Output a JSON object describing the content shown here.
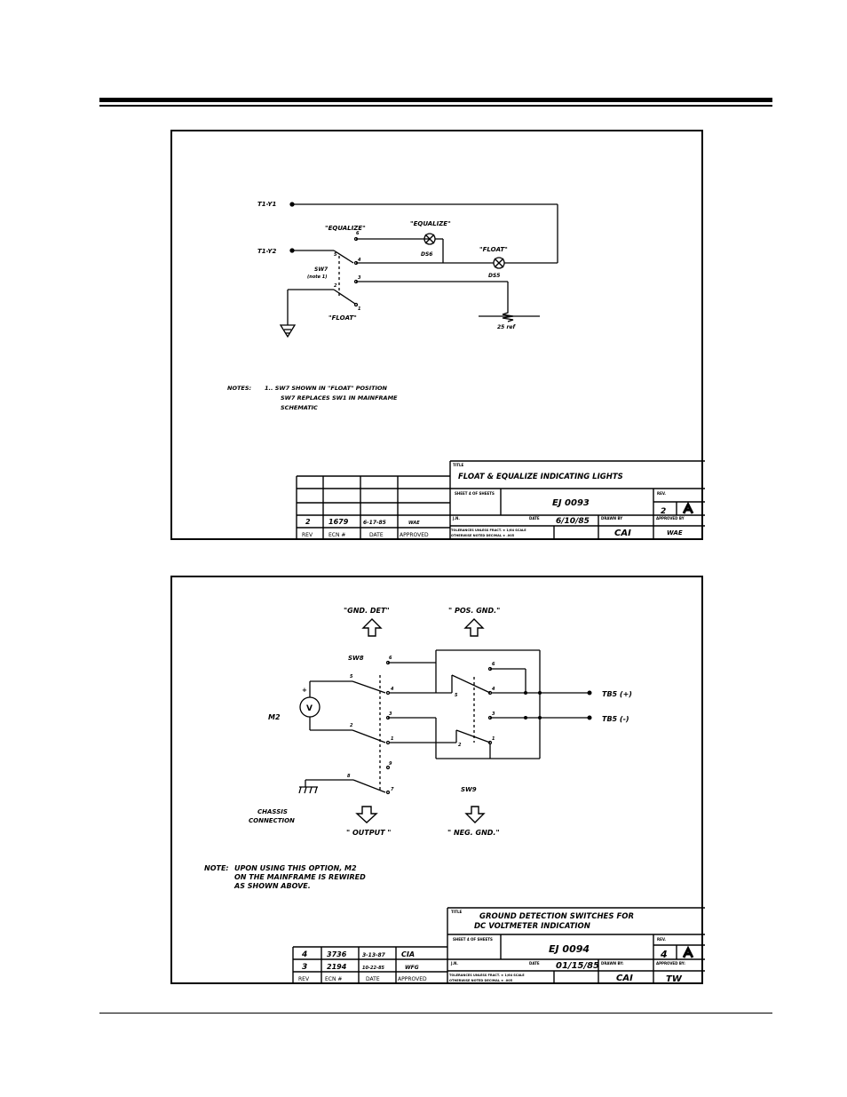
{
  "drawing1": {
    "labels": {
      "t1y1": "T1-Y1",
      "t1y2": "T1-Y2",
      "equalize_sw": "\"EQUALIZE\"",
      "equalize_lamp": "\"EQUALIZE\"",
      "float_lamp": "\"FLOAT\"",
      "ds6": "DS6",
      "ds5": "DS5",
      "sw7": "SW7",
      "sw7_note": "(note 1)",
      "float_sw": "\"FLOAT\"",
      "resistor": "25 ref",
      "pin1": "1",
      "pin2": "2",
      "pin3": "3",
      "pin4": "4",
      "pin5": "5",
      "pin6": "6"
    },
    "notes": {
      "label": "NOTES:",
      "line1": "1.. SW7 SHOWN IN \"FLOAT\" POSITION",
      "line2": "SW7 REPLACES SW1 IN MAINFRAME",
      "line3": "SCHEMATIC"
    },
    "titleblock": {
      "title_label": "TITLE",
      "title": "FLOAT & EQUALIZE INDICATING LIGHTS",
      "sheet_label": "SHEET 4 OF SHEETS",
      "drawing_no": "EJ 0093",
      "rev_label": "REV.",
      "rev": "2",
      "size": "A",
      "jn_label": "J.N.",
      "date_label": "DATE",
      "date": "6/10/85",
      "drawn_label": "DRAWN BY",
      "drawn_by": "CAI",
      "approved_label": "APPROVED BY",
      "approved_by": "WAE",
      "tolerance_text": "TOLERANCES UNLESS FRACT. ± 1/64 SCALE",
      "tolerance_text2": "OTHERWISE NOTED DECIMAL ± .005"
    },
    "revisions": [
      {
        "rev": "2",
        "ecn": "1679",
        "date": "6-17-85",
        "approved": "WAE"
      }
    ],
    "revision_headers": {
      "rev": "REV",
      "ecn": "ECN #",
      "date": "DATE",
      "approved": "APPROVED"
    }
  },
  "drawing2": {
    "labels": {
      "gnd_det": "\"GND. DET\"",
      "pos_gnd": "\" POS. GND.\"",
      "sw8": "SW8",
      "sw9": "SW9",
      "m2": "M2",
      "meter": "V",
      "plus": "+",
      "tb5_pos": "TB5 (+)",
      "tb5_neg": "TB5 (-)",
      "chassis1": "CHASSIS",
      "chassis2": "CONNECTION",
      "output": "\" OUTPUT \"",
      "neg_gnd": "\" NEG. GND.\"",
      "p1": "1",
      "p2": "2",
      "p3": "3",
      "p4": "4",
      "p5": "5",
      "p6": "6",
      "p7": "7",
      "p8": "8",
      "p9": "9"
    },
    "note": {
      "label": "NOTE:",
      "line1": "UPON USING THIS OPTION, M2",
      "line2": "ON THE MAINFRAME IS REWIRED",
      "line3": "AS SHOWN ABOVE."
    },
    "titleblock": {
      "title_label": "TITLE",
      "title1": "GROUND DETECTION SWITCHES FOR",
      "title2": "DC VOLTMETER INDICATION",
      "sheet_label": "SHEET 4 OF SHEETS",
      "drawing_no": "EJ 0094",
      "rev_label": "REV.",
      "rev": "4",
      "size": "A",
      "jn_label": "J.N.",
      "date_label": "DATE",
      "date": "01/15/85",
      "drawn_label": "DRAWN BY:",
      "drawn_by": "CAI",
      "approved_label": "APPROVED BY:",
      "approved_by": "TW",
      "tolerance_text": "TOLERANCES UNLESS FRACT. ± 1/64 SCALE",
      "tolerance_text2": "OTHERWISE NOTED DECIMAL ± .005"
    },
    "revisions": [
      {
        "rev": "4",
        "ecn": "3736",
        "date": "3-13-87",
        "approved": "CIA"
      },
      {
        "rev": "3",
        "ecn": "2194",
        "date": "10-22-85",
        "approved": "WFG"
      }
    ],
    "revision_headers": {
      "rev": "REV",
      "ecn": "ECN #",
      "date": "DATE",
      "approved": "APPROVED"
    }
  }
}
